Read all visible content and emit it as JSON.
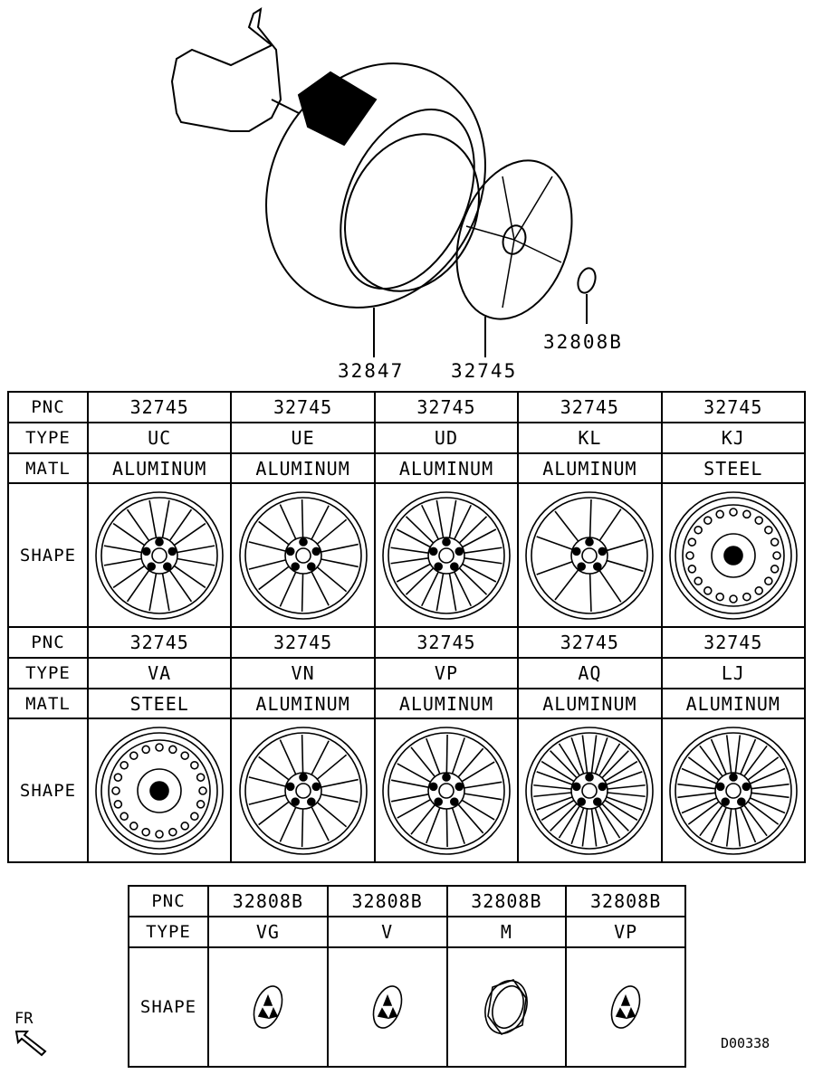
{
  "callouts": {
    "tire": "32847",
    "wheel": "32745",
    "cap": "32808B"
  },
  "row_labels": {
    "pnc": "PNC",
    "type": "TYPE",
    "matl": "MATL",
    "shape": "SHAPE"
  },
  "wheels_top": [
    {
      "pnc": "32745",
      "type": "UC",
      "matl": "ALUMINUM",
      "spokes": 8
    },
    {
      "pnc": "32745",
      "type": "UE",
      "matl": "ALUMINUM",
      "spokes": 7
    },
    {
      "pnc": "32745",
      "type": "UD",
      "matl": "ALUMINUM",
      "spokes": 10
    },
    {
      "pnc": "32745",
      "type": "KL",
      "matl": "ALUMINUM",
      "spokes": 5
    },
    {
      "pnc": "32745",
      "type": "KJ",
      "matl": "STEEL",
      "spokes": 0
    }
  ],
  "wheels_bottom": [
    {
      "pnc": "32745",
      "type": "VA",
      "matl": "STEEL",
      "spokes": 0
    },
    {
      "pnc": "32745",
      "type": "VN",
      "matl": "ALUMINUM",
      "spokes": 7
    },
    {
      "pnc": "32745",
      "type": "VP",
      "matl": "ALUMINUM",
      "spokes": 9
    },
    {
      "pnc": "32745",
      "type": "AQ",
      "matl": "ALUMINUM",
      "spokes": 14
    },
    {
      "pnc": "32745",
      "type": "LJ",
      "matl": "ALUMINUM",
      "spokes": 12
    }
  ],
  "caps": [
    {
      "pnc": "32808B",
      "type": "VG"
    },
    {
      "pnc": "32808B",
      "type": "V"
    },
    {
      "pnc": "32808B",
      "type": "M"
    },
    {
      "pnc": "32808B",
      "type": "VP"
    }
  ],
  "direction_label": "FR",
  "drawing_code": "D00338"
}
